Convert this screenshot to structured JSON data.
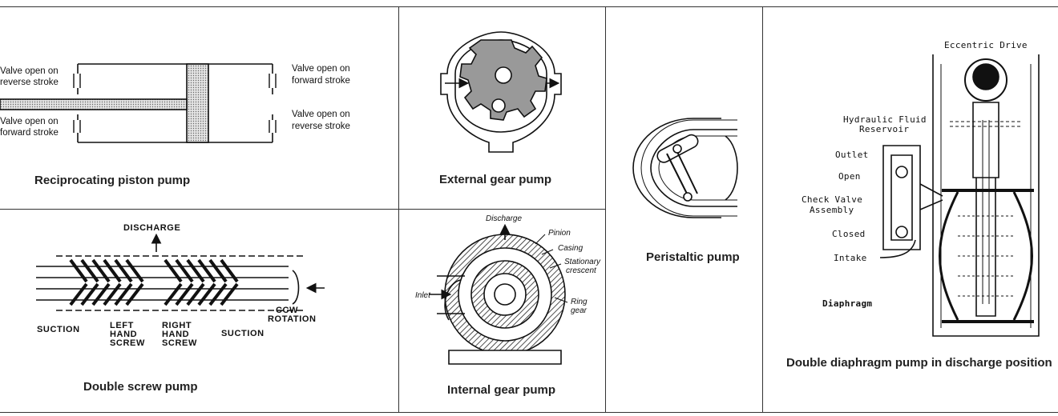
{
  "panels": {
    "piston": {
      "title": "Reciprocating piston pump",
      "labels": [
        "Valve open on",
        "reverse stroke",
        "Valve open on",
        "forward stroke",
        "Valve open on",
        "forward stroke",
        "Valve open on",
        "reverse stroke"
      ]
    },
    "external_gear": {
      "title": "External gear pump"
    },
    "peristaltic": {
      "title": "Peristaltic pump"
    },
    "diaphragm": {
      "title": "Double diaphragm pump in discharge position",
      "labels": {
        "drive": "Eccentric Drive",
        "reservoir_1": "Hydraulic Fluid",
        "reservoir_2": "Reservoir",
        "outlet": "Outlet",
        "open": "Open",
        "check_1": "Check Valve",
        "check_2": "Assembly",
        "closed": "Closed",
        "intake": "Intake",
        "diaphragm": "Diaphragm"
      }
    },
    "screw": {
      "title": "Double screw pump",
      "labels": {
        "discharge": "DISCHARGE",
        "suction_left": "SUCTION",
        "left_1": "LEFT",
        "left_2": "HAND",
        "left_3": "SCREW",
        "right_1": "RIGHT",
        "right_2": "HAND",
        "right_3": "SCREW",
        "suction_right": "SUCTION",
        "ccw_1": "CCW",
        "ccw_2": "ROTATION"
      }
    },
    "internal_gear": {
      "title": "Internal gear pump",
      "labels": {
        "discharge": "Discharge",
        "pinion": "Pinion",
        "casing": "Casing",
        "crescent_1": "Stationary",
        "crescent_2": "crescent",
        "inlet": "Inlet",
        "ring_1": "Ring",
        "ring_2": "gear"
      }
    }
  }
}
